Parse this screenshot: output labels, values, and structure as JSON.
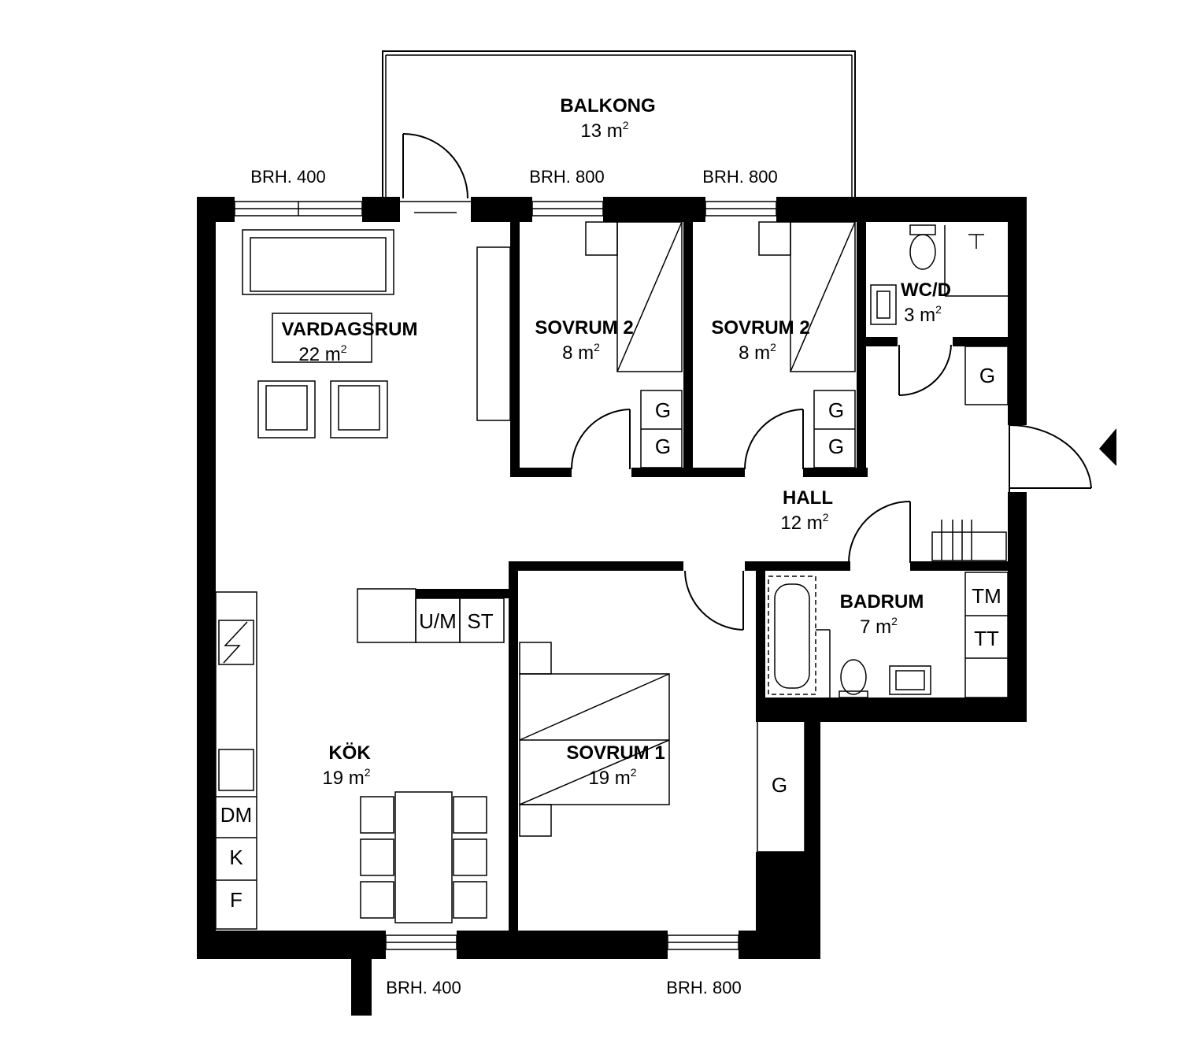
{
  "rooms": {
    "balkong": {
      "name": "BALKONG",
      "area": "13 m",
      "unit_sup": "2"
    },
    "vardagsrum": {
      "name": "VARDAGSRUM",
      "area": "22 m",
      "unit_sup": "2"
    },
    "sovrum2a": {
      "name": "SOVRUM 2",
      "area": "8 m",
      "unit_sup": "2"
    },
    "sovrum2b": {
      "name": "SOVRUM 2",
      "area": "8 m",
      "unit_sup": "2"
    },
    "wcd": {
      "name": "WC/D",
      "area": "3 m",
      "unit_sup": "2"
    },
    "hall": {
      "name": "HALL",
      "area": "12 m",
      "unit_sup": "2"
    },
    "badrum": {
      "name": "BADRUM",
      "area": "7 m",
      "unit_sup": "2"
    },
    "kok": {
      "name": "KÖK",
      "area": "19 m",
      "unit_sup": "2"
    },
    "sovrum1": {
      "name": "SOVRUM 1",
      "area": "19 m",
      "unit_sup": "2"
    }
  },
  "windows": {
    "top_left": "BRH. 400",
    "top_mid": "BRH. 800",
    "top_right": "BRH. 800",
    "bottom_left": "BRH. 400",
    "bottom_right": "BRH. 800"
  },
  "appliances": {
    "g_sov2a_top": "G",
    "g_sov2a_bottom": "G",
    "g_sov2b_top": "G",
    "g_sov2b_bottom": "G",
    "g_hall": "G",
    "g_sov1": "G",
    "um": "U/M",
    "st": "ST",
    "tm": "TM",
    "tt": "TT",
    "dm": "DM",
    "k": "K",
    "f": "F"
  },
  "icons": {
    "entrance": "entrance-arrow-icon"
  }
}
